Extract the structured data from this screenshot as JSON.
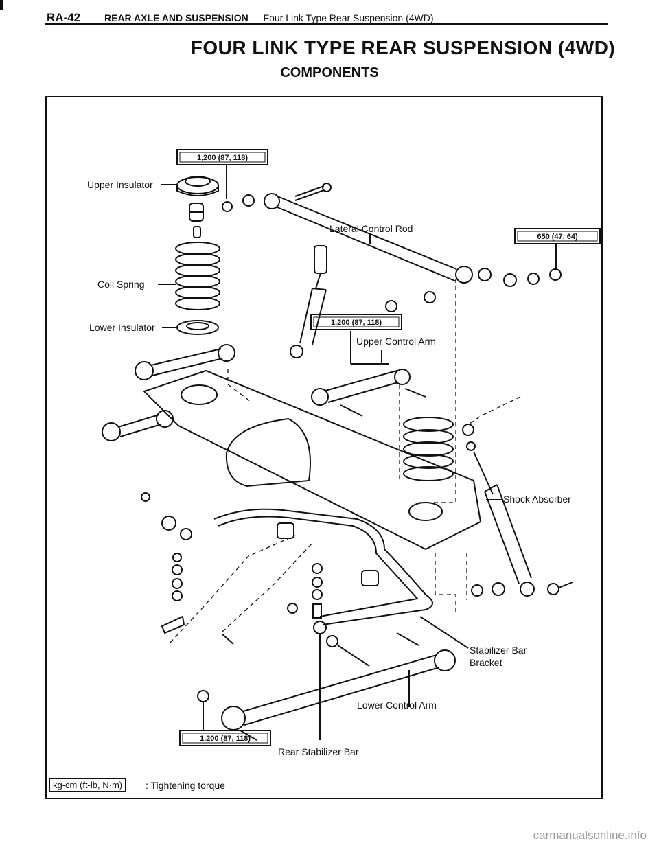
{
  "header": {
    "page_code": "RA-42",
    "section": "REAR AXLE AND SUSPENSION",
    "subsection": "— Four Link Type Rear Suspension (4WD)"
  },
  "title": "FOUR LINK TYPE REAR SUSPENSION (4WD)",
  "subtitle": "COMPONENTS",
  "labels": {
    "upper_insulator": "Upper Insulator",
    "coil_spring": "Coil Spring",
    "lower_insulator": "Lower Insulator",
    "lateral_control_rod": "Lateral Control Rod",
    "upper_control_arm": "Upper Control Arm",
    "shock_absorber": "Shock Absorber",
    "stabilizer_bar_bracket_1": "Stabilizer Bar",
    "stabilizer_bar_bracket_2": "Bracket",
    "lower_control_arm": "Lower Control Arm",
    "rear_stabilizer_bar": "Rear Stabilizer Bar"
  },
  "torque": {
    "upper_insulator": "1,200 (87, 118)",
    "lateral_rod": "650 (47, 64)",
    "upper_arm": "1,200 (87, 118)",
    "lower_arm": "1,200 (87, 118)"
  },
  "legend": {
    "unit": "kg-cm (ft-lb, N·m)",
    "text": ": Tightening torque"
  },
  "watermark": "carmanualsonline.info"
}
